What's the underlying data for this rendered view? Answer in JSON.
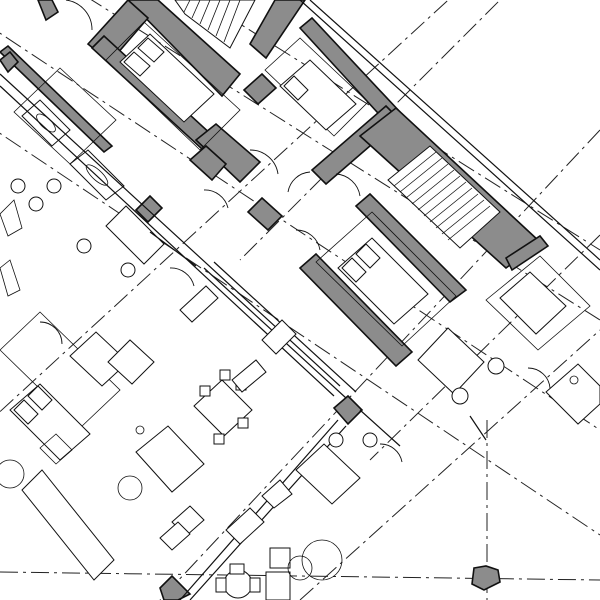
{
  "drawing": {
    "kind": "architectural floor plan",
    "background_color": "#ffffff",
    "line_color": "#111111",
    "wall_fill_color": "#8c8c8c",
    "grid_line_style": "dash-dot",
    "rooms": [
      {
        "id": "stair-core-top",
        "content": "stair"
      },
      {
        "id": "stair-core-right",
        "content": "stair"
      },
      {
        "id": "bedroom-top-left",
        "content": "double-bed"
      },
      {
        "id": "bedroom-top-mid",
        "content": "double-bed"
      },
      {
        "id": "bedroom-right",
        "content": "double-bed"
      },
      {
        "id": "bedroom-left",
        "content": "double-bed"
      },
      {
        "id": "bathroom-left-upper",
        "content": "bathtub"
      },
      {
        "id": "bathroom-left-lower",
        "content": "bathtub"
      },
      {
        "id": "living-room",
        "content": "dining-table"
      },
      {
        "id": "balcony",
        "content": "lounge"
      }
    ]
  }
}
